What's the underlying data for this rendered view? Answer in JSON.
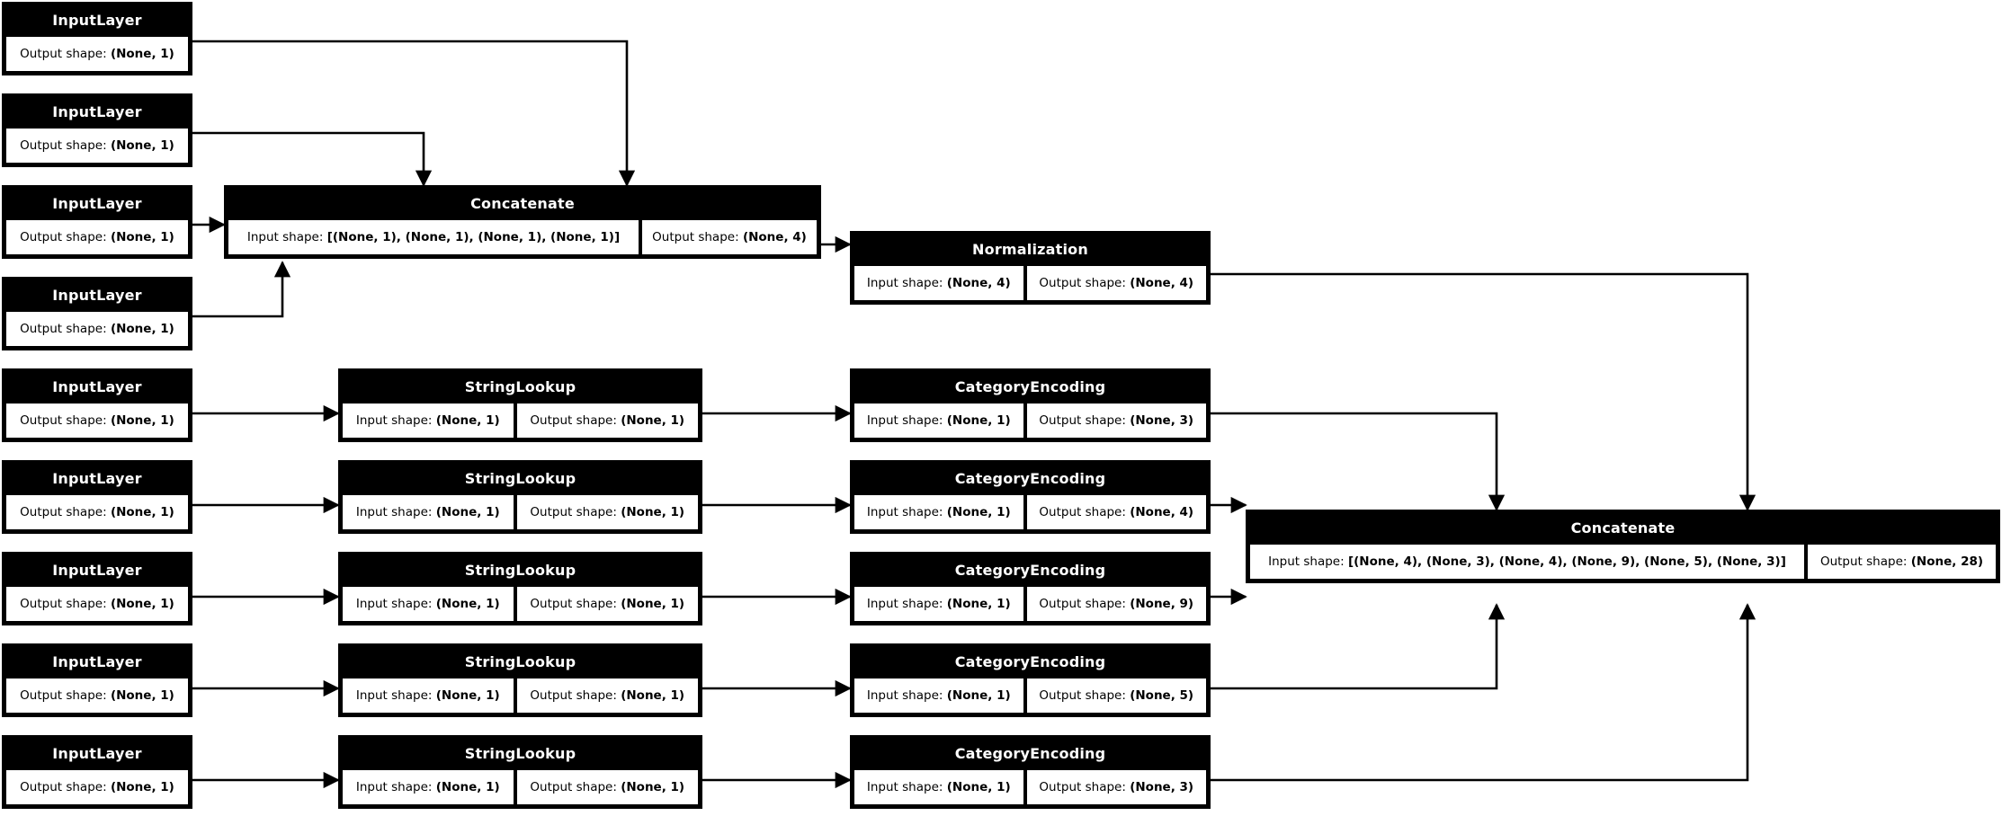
{
  "diagram": {
    "title": "Keras functional model plot",
    "background_color": "#ffffff",
    "node_header_color": "#000000",
    "node_header_text_color": "#ffffff",
    "node_body_color": "#ffffff",
    "edge_color": "#000000",
    "labels": {
      "input_shape": "Input shape:",
      "output_shape": "Output shape:"
    }
  },
  "nodes": {
    "input_1": {
      "type": "InputLayer",
      "output_shape": "(None, 1)"
    },
    "input_2": {
      "type": "InputLayer",
      "output_shape": "(None, 1)"
    },
    "input_3": {
      "type": "InputLayer",
      "output_shape": "(None, 1)"
    },
    "input_4": {
      "type": "InputLayer",
      "output_shape": "(None, 1)"
    },
    "input_5": {
      "type": "InputLayer",
      "output_shape": "(None, 1)"
    },
    "input_6": {
      "type": "InputLayer",
      "output_shape": "(None, 1)"
    },
    "input_7": {
      "type": "InputLayer",
      "output_shape": "(None, 1)"
    },
    "input_8": {
      "type": "InputLayer",
      "output_shape": "(None, 1)"
    },
    "input_9": {
      "type": "InputLayer",
      "output_shape": "(None, 1)"
    },
    "concat_numeric": {
      "type": "Concatenate",
      "input_shape": "[(None, 1), (None, 1), (None, 1), (None, 1)]",
      "output_shape": "(None, 4)"
    },
    "normalization": {
      "type": "Normalization",
      "input_shape": "(None, 4)",
      "output_shape": "(None, 4)"
    },
    "stringlookup_1": {
      "type": "StringLookup",
      "input_shape": "(None, 1)",
      "output_shape": "(None, 1)"
    },
    "stringlookup_2": {
      "type": "StringLookup",
      "input_shape": "(None, 1)",
      "output_shape": "(None, 1)"
    },
    "stringlookup_3": {
      "type": "StringLookup",
      "input_shape": "(None, 1)",
      "output_shape": "(None, 1)"
    },
    "stringlookup_4": {
      "type": "StringLookup",
      "input_shape": "(None, 1)",
      "output_shape": "(None, 1)"
    },
    "stringlookup_5": {
      "type": "StringLookup",
      "input_shape": "(None, 1)",
      "output_shape": "(None, 1)"
    },
    "categoryencoding_1": {
      "type": "CategoryEncoding",
      "input_shape": "(None, 1)",
      "output_shape": "(None, 3)"
    },
    "categoryencoding_2": {
      "type": "CategoryEncoding",
      "input_shape": "(None, 1)",
      "output_shape": "(None, 4)"
    },
    "categoryencoding_3": {
      "type": "CategoryEncoding",
      "input_shape": "(None, 1)",
      "output_shape": "(None, 9)"
    },
    "categoryencoding_4": {
      "type": "CategoryEncoding",
      "input_shape": "(None, 1)",
      "output_shape": "(None, 5)"
    },
    "categoryencoding_5": {
      "type": "CategoryEncoding",
      "input_shape": "(None, 1)",
      "output_shape": "(None, 3)"
    },
    "concat_final": {
      "type": "Concatenate",
      "input_shape": "[(None, 4), (None, 3), (None, 4), (None, 9), (None, 5), (None, 3)]",
      "output_shape": "(None, 28)"
    }
  },
  "edges": [
    {
      "from": "input_1",
      "to": "concat_numeric"
    },
    {
      "from": "input_2",
      "to": "concat_numeric"
    },
    {
      "from": "input_3",
      "to": "concat_numeric"
    },
    {
      "from": "input_4",
      "to": "concat_numeric"
    },
    {
      "from": "concat_numeric",
      "to": "normalization"
    },
    {
      "from": "normalization",
      "to": "concat_final"
    },
    {
      "from": "input_5",
      "to": "stringlookup_1"
    },
    {
      "from": "input_6",
      "to": "stringlookup_2"
    },
    {
      "from": "input_7",
      "to": "stringlookup_3"
    },
    {
      "from": "input_8",
      "to": "stringlookup_4"
    },
    {
      "from": "input_9",
      "to": "stringlookup_5"
    },
    {
      "from": "stringlookup_1",
      "to": "categoryencoding_1"
    },
    {
      "from": "stringlookup_2",
      "to": "categoryencoding_2"
    },
    {
      "from": "stringlookup_3",
      "to": "categoryencoding_3"
    },
    {
      "from": "stringlookup_4",
      "to": "categoryencoding_4"
    },
    {
      "from": "stringlookup_5",
      "to": "categoryencoding_5"
    },
    {
      "from": "categoryencoding_1",
      "to": "concat_final"
    },
    {
      "from": "categoryencoding_2",
      "to": "concat_final"
    },
    {
      "from": "categoryencoding_3",
      "to": "concat_final"
    },
    {
      "from": "categoryencoding_4",
      "to": "concat_final"
    },
    {
      "from": "categoryencoding_5",
      "to": "concat_final"
    }
  ]
}
